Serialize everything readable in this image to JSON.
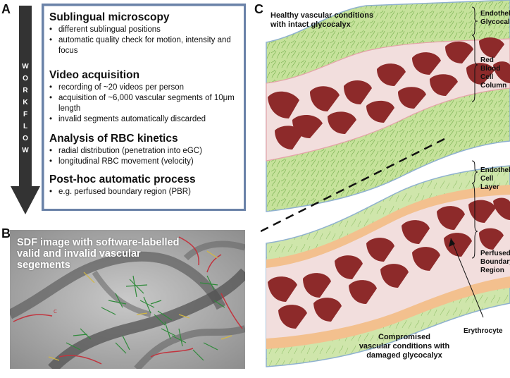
{
  "panels": {
    "a": "A",
    "b": "B",
    "c": "C"
  },
  "workflow": {
    "letters": [
      "W",
      "O",
      "R",
      "K",
      "F",
      "L",
      "O",
      "W"
    ],
    "sections": [
      {
        "title": "Sublingual microscopy",
        "bullets": [
          "different sublingual positions",
          "automatic quality check for motion, intensity and focus"
        ]
      },
      {
        "title": "Video acquisition",
        "bullets": [
          "recording of ~20 videos per person",
          "acquisition of ~6,000 vascular segments of 10μm length",
          "invalid segments automatically discarded"
        ]
      },
      {
        "title": "Analysis of RBC kinetics",
        "bullets": [
          "radial distribution (penetration into eGC)",
          "longitudinal RBC movement (velocity)"
        ]
      },
      {
        "title": "Post-hoc automatic process",
        "bullets": [
          "e.g. perfused boundary region (PBR)"
        ]
      }
    ],
    "bullet_symbol": "•"
  },
  "sdf": {
    "caption": "SDF image with software-labelled valid and invalid vascular segements"
  },
  "vessel": {
    "healthy_title_1": "Healthy vascular conditions",
    "healthy_title_2": "with intact glycocalyx",
    "compromised_title_1": "Compromised",
    "compromised_title_2": "vascular conditions with",
    "compromised_title_3": "damaged glycocalyx",
    "labels": {
      "glycocalyx_1": "Endothelial",
      "glycocalyx_2": "Glycocalyx",
      "rbc_1": "Red Blood",
      "rbc_2": "Cell Column",
      "ecl_1": "Endothelial",
      "ecl_2": "Cell Layer",
      "pbr_1": "Perfused",
      "pbr_2": "Boundary",
      "pbr_3": "Region",
      "erythrocyte": "Erythrocyte"
    },
    "colors": {
      "glycocalyx": "#c6e29b",
      "plasma": "#f2dedd",
      "boundary": "#f3c08e",
      "rbc": "#8d2a2a",
      "wall": "#8fb1cf"
    }
  }
}
